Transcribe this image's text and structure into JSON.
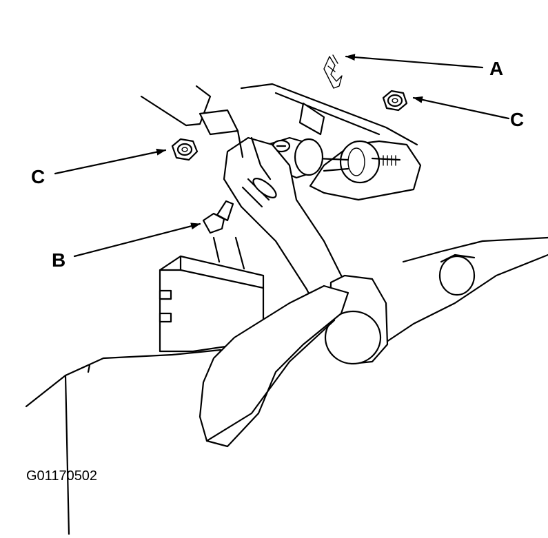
{
  "labels": {
    "a": "A",
    "b": "B",
    "c_left": "C",
    "c_right": "C"
  },
  "figure_code": "G01170502"
}
